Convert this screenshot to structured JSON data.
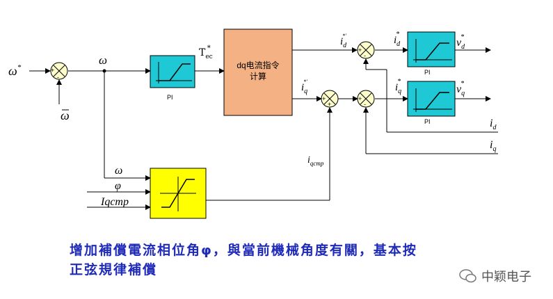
{
  "signals": {
    "omega_ref": "ω",
    "omega_ref_sup": "*",
    "omega_feedback": "ω",
    "omega": "ω",
    "tec": "T",
    "tec_sub": "ec",
    "tec_sup": "*",
    "id_ref_prime": "i",
    "id_ref_prime_sub": "d",
    "id_ref_prime_sup": "*'",
    "iq_ref_prime": "i",
    "iq_ref_prime_sub": "q",
    "iq_ref_prime_sup": "*'",
    "id_ref": "i",
    "id_ref_sub": "d",
    "id_ref_sup": "*",
    "iq_ref": "i",
    "iq_ref_sub": "q",
    "iq_ref_sup": "*",
    "vd_ref": "v",
    "vd_ref_sub": "d",
    "vd_ref_sup": "*",
    "vq_ref": "v",
    "vq_ref_sub": "q",
    "vq_ref_sup": "*",
    "id_fb": "i",
    "id_fb_sub": "d",
    "iq_fb": "i",
    "iq_fb_sub": "q",
    "iqcmp": "i",
    "iqcmp_sub": "qcmp",
    "comp_in_omega": "ω",
    "comp_in_phi": "φ",
    "comp_in_iqcmp": "Iqcmp"
  },
  "blocks": {
    "pi_speed_label": "PI",
    "pi_d_label": "PI",
    "pi_q_label": "PI",
    "dq_calc_line1": "dq电流指令",
    "dq_calc_line2": "计算"
  },
  "sum_signs": {
    "plus": "+",
    "minus": "-"
  },
  "colors": {
    "pi_block": "#1ec8d4",
    "dq_block": "#f4b183",
    "comp_block": "#ffff00",
    "caption": "#1f2bb8"
  },
  "caption": {
    "line1": "增加補償電流相位角φ，與當前機械角度有關，基本按",
    "line2": "正弦規律補償"
  },
  "watermark": {
    "text": "中颖电子"
  }
}
